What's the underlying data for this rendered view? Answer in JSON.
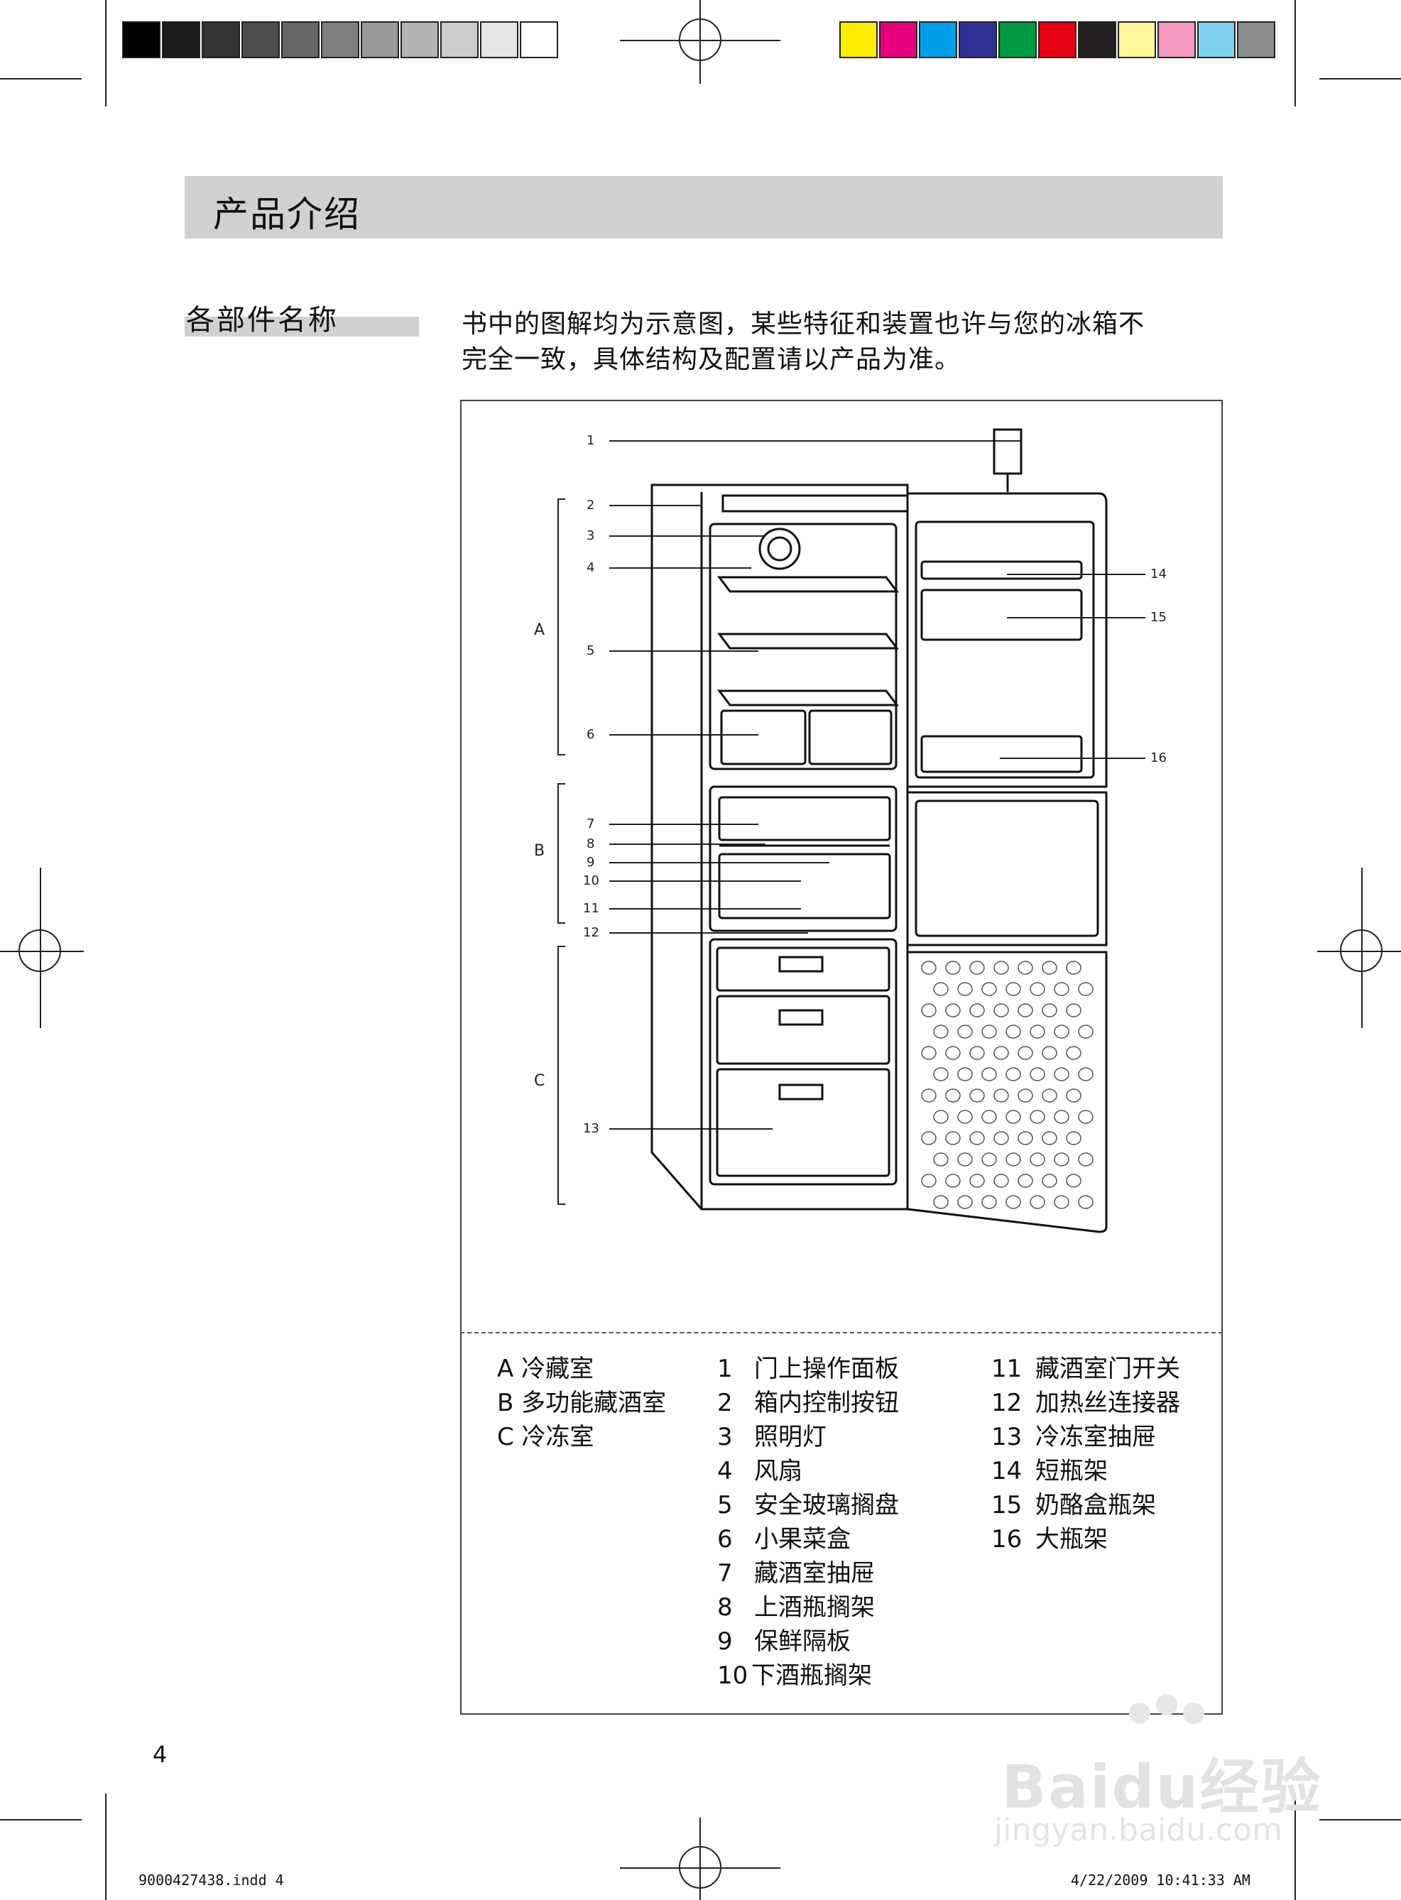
{
  "header": {
    "title": "产品介绍"
  },
  "section": {
    "subtitle": "各部件名称",
    "intro_line1": "书中的图解均为示意图，某些特征和装置也许与您的冰箱不",
    "intro_line2": "完全一致，具体结构及配置请以产品为准。"
  },
  "diagram": {
    "callouts_left": [
      "1",
      "2",
      "3",
      "4",
      "5",
      "6",
      "7",
      "8",
      "9",
      "10",
      "11",
      "12",
      "13"
    ],
    "callouts_right": [
      "14",
      "15",
      "16"
    ],
    "zones": [
      "A",
      "B",
      "C"
    ]
  },
  "legend": {
    "zones": [
      "A 冷藏室",
      "B 多功能藏酒室",
      "C 冷冻室"
    ],
    "items_col1": [
      {
        "num": "1",
        "label": "门上操作面板"
      },
      {
        "num": "2",
        "label": "箱内控制按钮"
      },
      {
        "num": "3",
        "label": "照明灯"
      },
      {
        "num": "4",
        "label": "风扇"
      },
      {
        "num": "5",
        "label": "安全玻璃搁盘"
      },
      {
        "num": "6",
        "label": "小果菜盒"
      },
      {
        "num": "7",
        "label": "藏酒室抽屉"
      },
      {
        "num": "8",
        "label": "上酒瓶搁架"
      },
      {
        "num": "9",
        "label": "保鲜隔板"
      },
      {
        "num": "10",
        "label": "下酒瓶搁架"
      }
    ],
    "items_col2": [
      {
        "num": "11",
        "label": "藏酒室门开关"
      },
      {
        "num": "12",
        "label": "加热丝连接器"
      },
      {
        "num": "13",
        "label": "冷冻室抽屉"
      },
      {
        "num": "14",
        "label": "短瓶架"
      },
      {
        "num": "15",
        "label": "奶酪盒瓶架"
      },
      {
        "num": "16",
        "label": "大瓶架"
      }
    ]
  },
  "page_number": "4",
  "footer": {
    "left": "9000427438.indd   4",
    "right": "4/22/2009   10:41:33 AM"
  },
  "watermark": {
    "line1": "Baidu经验",
    "line2": "jingyan.baidu.com"
  },
  "color_bar": {
    "grays": [
      "#000000",
      "#1a1a1a",
      "#333333",
      "#4d4d4d",
      "#666666",
      "#808080",
      "#999999",
      "#b3b3b3",
      "#cccccc",
      "#e6e6e6",
      "#ffffff"
    ],
    "colors": [
      "#ffec00",
      "#e6007e",
      "#00a0e9",
      "#2e3192",
      "#009944",
      "#e60012",
      "#231f20",
      "#fff799",
      "#f49ac1",
      "#7fd0f0",
      "#8c8c8c"
    ]
  }
}
